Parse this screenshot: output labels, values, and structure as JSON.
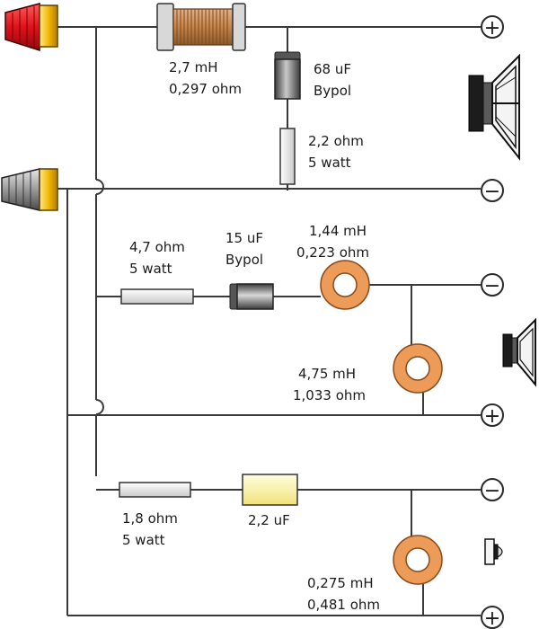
{
  "components": {
    "tweeter_path_coil": {
      "value": "2,7 mH",
      "resistance": "0,297 ohm"
    },
    "tweeter_path_cap": {
      "value": "68 uF",
      "type": "Bypol"
    },
    "tweeter_path_res": {
      "value": "2,2 ohm",
      "power": "5 watt"
    },
    "mid_res": {
      "value": "4,7 ohm",
      "power": "5 watt"
    },
    "mid_cap": {
      "value": "15 uF",
      "type": "Bypol"
    },
    "mid_coil1": {
      "value": "1,44 mH",
      "resistance": "0,223 ohm"
    },
    "mid_coil2": {
      "value": "4,75 mH",
      "resistance": "1,033 ohm"
    },
    "hi_res": {
      "value": "1,8 ohm",
      "power": "5 watt"
    },
    "hi_cap": {
      "value": "2,2 uF"
    },
    "hi_coil": {
      "value": "0,275 mH",
      "resistance": "0,481 ohm"
    }
  },
  "terminals": {
    "plus": "+",
    "minus": "−"
  },
  "colors": {
    "input_positive": "#e0121b",
    "input_negative": "#9a9a9a",
    "input_collar": "#f2b807",
    "coil_copper": "#c8844a",
    "toroid_orange": "#ec9b58",
    "electrolytic": "#6e6e6e",
    "film_cap": "#fff7a8",
    "resistor": "#eeeeee",
    "wire": "#3a3a3a"
  }
}
